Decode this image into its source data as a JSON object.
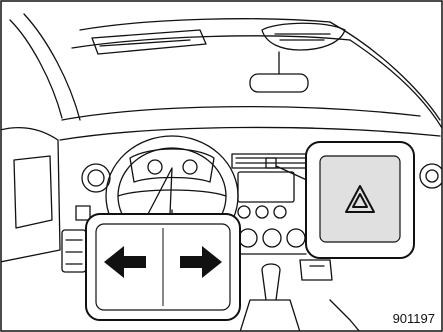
{
  "figure": {
    "number": "901197",
    "colors": {
      "line": "#111111",
      "background": "#ffffff",
      "callout_fill": "#e0e0e0"
    }
  },
  "callouts": [
    {
      "name": "turn-signal-callout",
      "icons": [
        "left-arrow-icon",
        "right-arrow-icon"
      ]
    },
    {
      "name": "hazard-switch-callout",
      "icons": [
        "hazard-triangle-icon"
      ]
    }
  ]
}
